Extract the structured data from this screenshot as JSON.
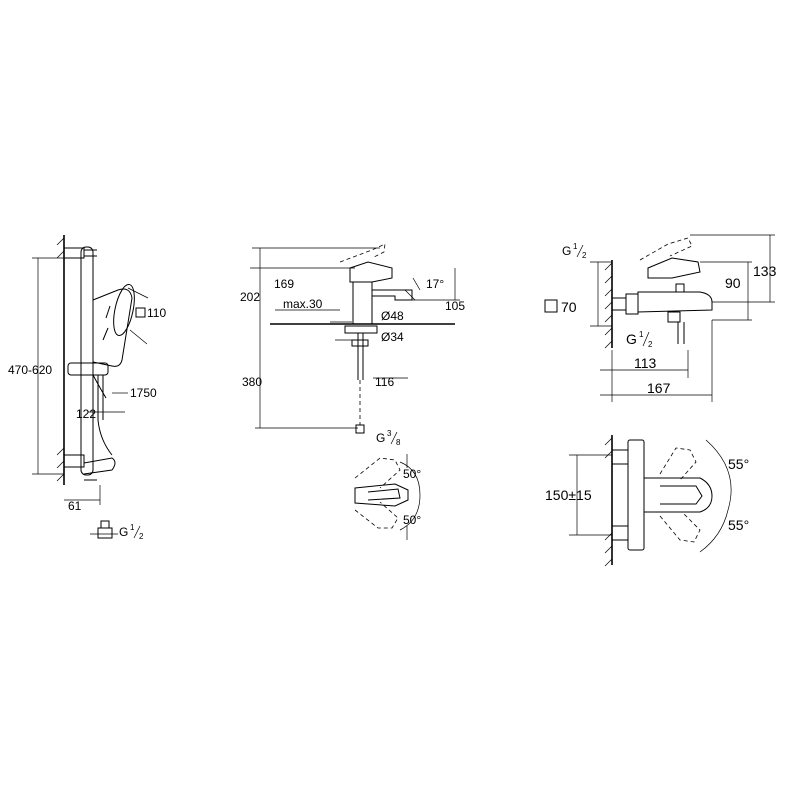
{
  "shower": {
    "height_range": "470-620",
    "head_square": "110",
    "hose": "1750",
    "spacing": "122",
    "offset": "61",
    "thread_g": "G",
    "thread_num": "1",
    "thread_den": "2"
  },
  "basin": {
    "h202": "202",
    "h169": "169",
    "max30": "max.30",
    "angle17": "17°",
    "h105": "105",
    "d48": "Ø48",
    "d34": "Ø34",
    "h380": "380",
    "w116": "116",
    "thread_g": "G",
    "thread_num": "3",
    "thread_den": "8",
    "angle_top": "50°",
    "angle_bottom": "50°"
  },
  "bath": {
    "thread_top_g": "G",
    "thread_top_num": "1",
    "thread_top_den": "2",
    "square70": "70",
    "h133": "133",
    "h90": "90",
    "thread_bot_g": "G",
    "thread_bot_num": "1",
    "thread_bot_den": "2",
    "w113": "113",
    "w167": "167",
    "centers": "150±15",
    "angle_top": "55°",
    "angle_bottom": "55°"
  }
}
